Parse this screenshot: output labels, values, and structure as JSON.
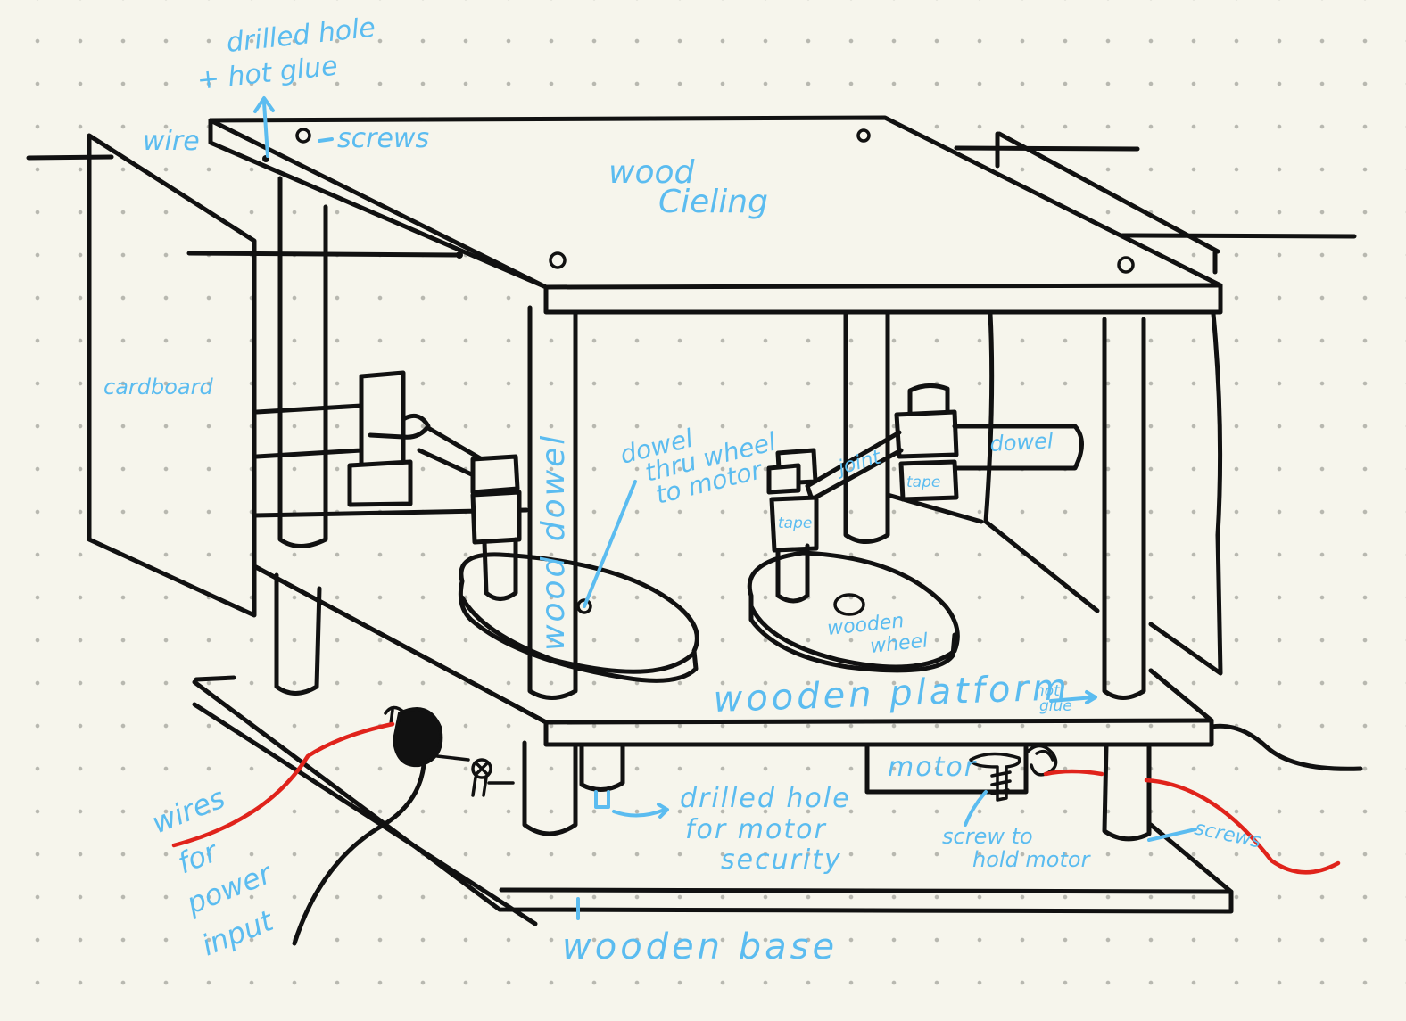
{
  "labels": {
    "drilled_hole_top": "drilled hole",
    "hot_glue_top": "+ hot glue",
    "wire": "wire",
    "screws_top": "screws",
    "wood": "wood",
    "ceiling": "Cieling",
    "cardboard": "cardboard",
    "wood_dowel": "wood dowel",
    "dowel_thru_1": "dowel",
    "dowel_thru_2": "thru wheel",
    "dowel_thru_3": "to motor",
    "joint": "joint",
    "dowel_right": "dowel",
    "tape_right": "tape",
    "tape_center": "tape",
    "wooden_wheel_1": "wooden",
    "wooden_wheel_2": "wheel",
    "wooden_platform": "wooden platform",
    "hot_glue_1": "hot",
    "hot_glue_2": "glue",
    "motor": "motor",
    "drilled_hole_1": "drilled hole",
    "drilled_hole_2": "for motor",
    "drilled_hole_3": "security",
    "screw_hold_1": "screw to",
    "screw_hold_2": "hold motor",
    "screws_bottom": "screws",
    "wires_1": "wires",
    "wires_2": "for",
    "wires_3": "power",
    "wires_4": "input",
    "wooden_base": "wooden base"
  },
  "colors": {
    "ink": "#111111",
    "annotation": "#5bbcf0",
    "wire_red": "#e0231b",
    "paper": "#f6f5ec"
  }
}
